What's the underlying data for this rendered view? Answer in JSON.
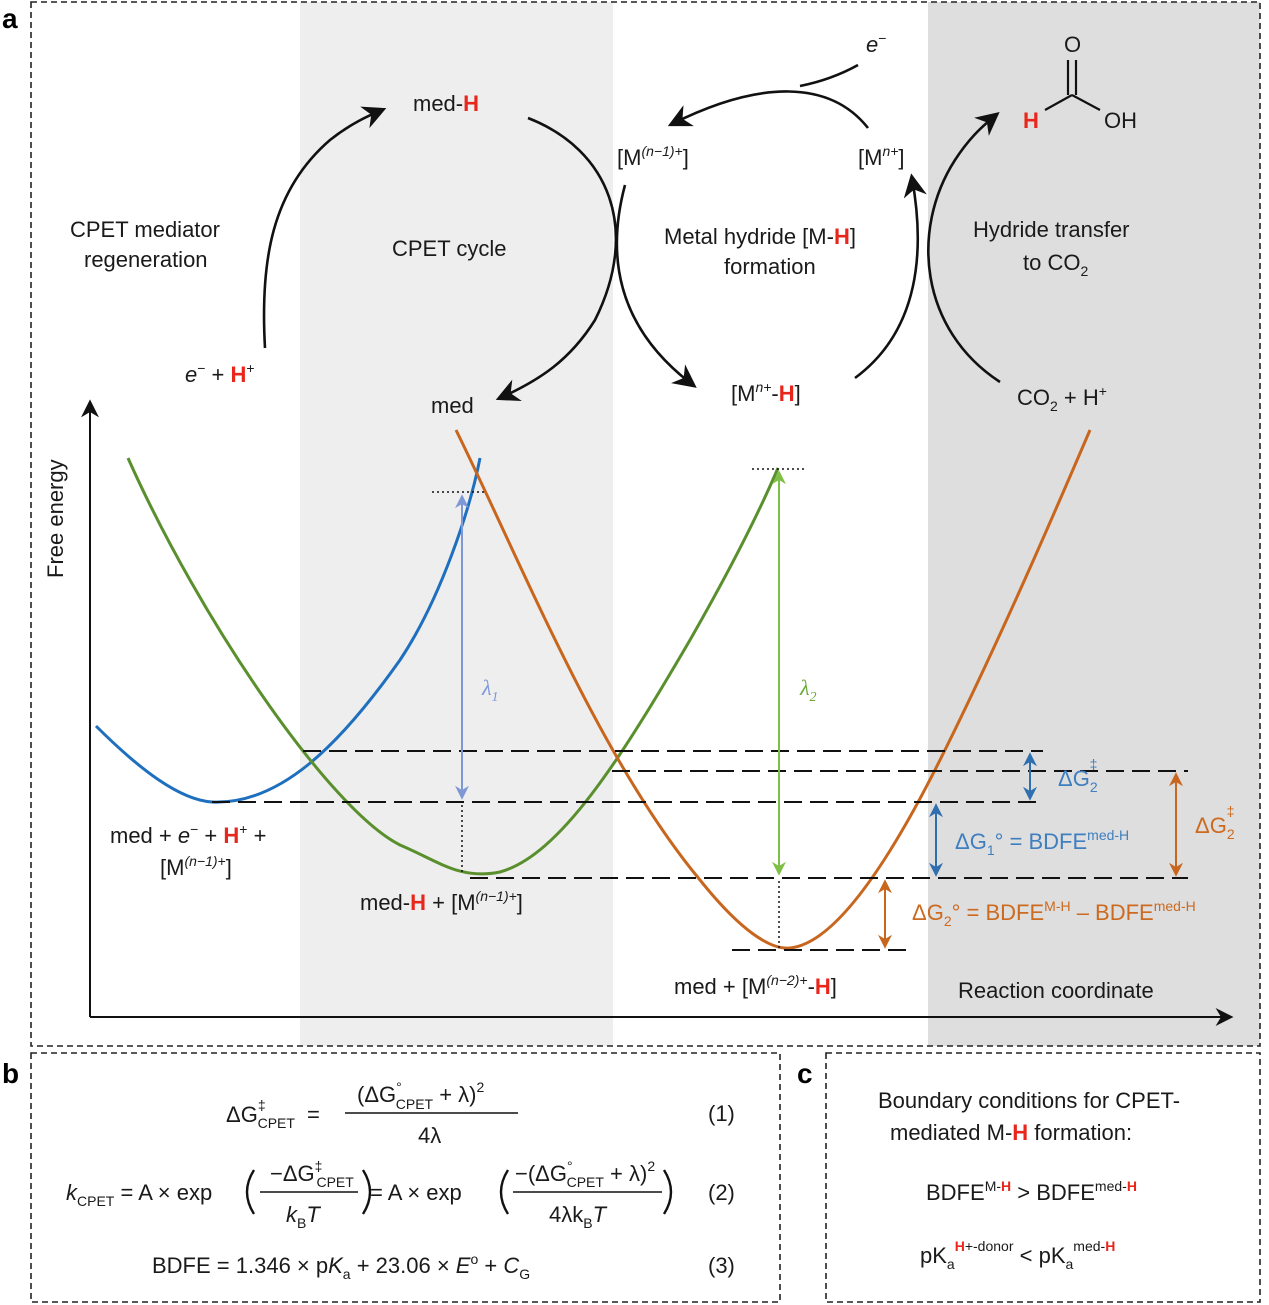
{
  "panels": {
    "a": "a",
    "b": "b",
    "c": "c"
  },
  "cycle": {
    "med_h": {
      "pre": "med-",
      "h": "H"
    },
    "med": "med",
    "e_minus": "e",
    "minus": "−",
    "m_n1": {
      "open": "[M",
      "sup": "(n−1)+",
      "close": "]"
    },
    "m_n": {
      "open": "[M",
      "sup": "n+",
      "close": "]"
    },
    "m_nh": {
      "open": "[M",
      "sup": "n+",
      "dash": "-",
      "h": "H",
      "close": "]"
    },
    "e_h": {
      "e": "e",
      "minus": "−",
      "plus": " + ",
      "h": "H",
      "sup": "+"
    },
    "co2_h": {
      "co": "CO",
      "sub": "2",
      "plus": " + H",
      "sup": "+"
    },
    "formic": {
      "o": "O",
      "h": "H",
      "oh": "OH"
    }
  },
  "labels": {
    "mediator_regen": [
      "CPET mediator",
      "regeneration"
    ],
    "cpet_cycle": "CPET cycle",
    "metal_hydride": {
      "line1_pre": "Metal hydride [M-",
      "line1_h": "H",
      "line1_post": "]",
      "line2": "formation"
    },
    "hydride_transfer": {
      "line1": "Hydride transfer",
      "line2_pre": "to CO",
      "line2_sub": "2"
    }
  },
  "axes": {
    "y": "Free energy",
    "x": "Reaction coordinate"
  },
  "states": {
    "s1_line1": {
      "pre": "med + ",
      "e": "e",
      "minus": "−",
      "plus": " + ",
      "h": "H",
      "sup": "+",
      "post": " +"
    },
    "s1_line2": {
      "open": "[M",
      "sup": "(n−1)+",
      "close": "]"
    },
    "s2": {
      "pre": "med-",
      "h": "H",
      "mid": " + [M",
      "sup": "(n−1)+",
      "close": "]"
    },
    "s3": {
      "pre": "med + [M",
      "sup": "(n−2)+",
      "dash": "-",
      "h": "H",
      "close": "]"
    }
  },
  "lambdas": {
    "l1": "λ",
    "l1_sub": "1",
    "l2": "λ",
    "l2_sub": "2"
  },
  "energies": {
    "dg2_ts_blue": {
      "d": "ΔG",
      "sub": "2",
      "sup": "‡"
    },
    "dg2_ts_orange": {
      "d": "ΔG",
      "sub": "2",
      "sup": "‡"
    },
    "dg1": {
      "d": "ΔG",
      "sub": "1",
      "post": "° = BDFE",
      "sup": "med-H"
    },
    "dg2": {
      "d": "ΔG",
      "sub": "2",
      "post": "° = BDFE",
      "sup1": "M-H",
      "mid": " – BDFE",
      "sup2": "med-H"
    }
  },
  "equations": {
    "eq1": {
      "lhs": "ΔG",
      "lhs_sup": "‡",
      "lhs_sub": "CPET",
      "eq": "=",
      "num": "(ΔG",
      "num_sup": "°",
      "num_sub": "CPET",
      "num_post": " + λ)",
      "num_pow": "2",
      "den": "4λ",
      "tag": "(1)"
    },
    "eq2": {
      "k": "k",
      "k_sub": "CPET",
      "mid": " = A × exp",
      "frac1_num": "−ΔG",
      "frac1_sup": "‡",
      "frac1_sub": "CPET",
      "frac1_den": "k",
      "frac1_den_sub": "B",
      "frac1_den_t": "T",
      "mid2": " = A × exp",
      "frac2_num": "−(ΔG",
      "frac2_sup": "°",
      "frac2_sub": "CPET",
      "frac2_post": " + λ)",
      "frac2_pow": "2",
      "frac2_den": "4λk",
      "frac2_den_sub": "B",
      "frac2_den_t": "T",
      "tag": "(2)"
    },
    "eq3": {
      "text1": "BDFE = 1.346 × p",
      "k": "K",
      "ksub": "a",
      "text2": " + 23.06 × ",
      "e": "E",
      "esup": "o",
      "text3": " + ",
      "c": "C",
      "csub": "G",
      "tag": "(3)"
    }
  },
  "boundary": {
    "title1": "Boundary conditions for CPET-",
    "title2_pre": "mediated M-",
    "title2_h": "H",
    "title2_post": " formation:",
    "c1": {
      "a": "BDFE",
      "a_sup_pre": "M-",
      "a_sup_h": "H",
      "op": " > ",
      "b": "BDFE",
      "b_sup_pre": "med-",
      "b_sup_h": "H"
    },
    "c2": {
      "a": "pK",
      "a_sub": "a",
      "a_sup_h": "H",
      "a_sup_post": "+-donor",
      "op": "  <  ",
      "b": "pK",
      "b_sub": "a",
      "b_sup_pre": "med-",
      "b_sup_h": "H"
    }
  },
  "colors": {
    "blue": "#1f6fbf",
    "green": "#5a8f2e",
    "orange": "#c8661e",
    "light_blue": "#7e98d6",
    "light_green": "#7fbf45",
    "red": "#e8261c",
    "shade_light": "#eeeeee",
    "shade_dark": "#dedede"
  }
}
